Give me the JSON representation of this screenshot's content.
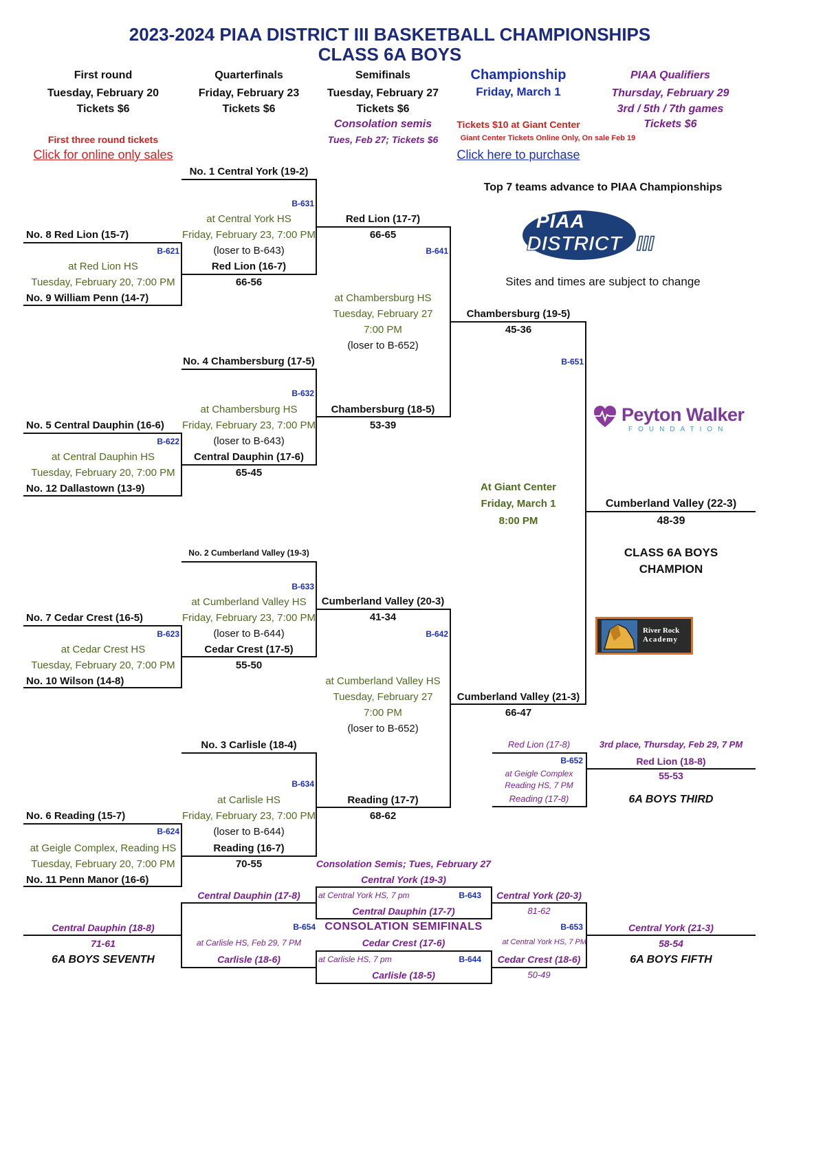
{
  "title": {
    "line1": "2023-2024 PIAA DISTRICT III BASKETBALL CHAMPIONSHIPS",
    "line2": "CLASS 6A BOYS"
  },
  "headers": {
    "r1": {
      "name": "First round",
      "date": "Tuesday, February 20",
      "tickets": "Tickets $6",
      "note": "First three round tickets",
      "link": "Click for online only sales"
    },
    "qf": {
      "name": "Quarterfinals",
      "date": "Friday, February 23",
      "tickets": "Tickets $6"
    },
    "sf": {
      "name": "Semifinals",
      "date": "Tuesday, February 27",
      "tickets": "Tickets $6",
      "cons": "Consolation semis",
      "cons_info": "Tues, Feb 27; Tickets $6"
    },
    "ch": {
      "name": "Championship",
      "date": "Friday, March 1",
      "tickets": "Tickets $10 at Giant Center",
      "online": "Giant Center Tickets Online Only, On sale Feb 19",
      "link": "Click here to purchase"
    },
    "pq": {
      "name": "PIAA Qualifiers",
      "date": "Thursday, February 29",
      "games": "3rd / 5th / 7th  games",
      "tickets": "Tickets $6"
    }
  },
  "side": {
    "advance": "Top 7 teams advance to PIAA Championships",
    "logo_line1": "PIAA",
    "logo_line2": "DISTRICT",
    "logo_numeral": "III",
    "notice": "Sites and times are subject to change",
    "sponsor1": "Peyton Walker",
    "sponsor1_sub": "FOUNDATION",
    "sponsor2_l1": "River Rock",
    "sponsor2_l2": "Academy"
  },
  "r1": [
    {
      "code": "B-621",
      "top": "No. 8 Red Lion (15-7)",
      "site": "at Red Lion HS",
      "time": "Tuesday, February 20, 7:00 PM",
      "bottom": "No. 9 William Penn (14-7)"
    },
    {
      "code": "B-622",
      "top": "No. 5 Central Dauphin (16-6)",
      "site": "at Central Dauphin HS",
      "time": "Tuesday, February 20, 7:00 PM",
      "bottom": "No. 12 Dallastown (13-9)"
    },
    {
      "code": "B-623",
      "top": "No. 7 Cedar Crest (16-5)",
      "site": "at Cedar Crest HS",
      "time": "Tuesday, February 20, 7:00 PM",
      "bottom": "No. 10 Wilson (14-8)"
    },
    {
      "code": "B-624",
      "top": "No. 6 Reading (15-7)",
      "site": "at Geigle Complex, Reading HS",
      "time": "Tuesday, February 20, 7:00 PM",
      "bottom": "No. 11 Penn Manor (16-6)"
    }
  ],
  "qf": [
    {
      "code": "B-631",
      "seed": "No. 1 Central York (19-2)",
      "site": "at Central York HS",
      "time": "Friday, February 23, 7:00 PM",
      "loser": "(loser to B-643)",
      "winner": "Red Lion (16-7)",
      "score": "66-56"
    },
    {
      "code": "B-632",
      "seed": "No. 4 Chambersburg (17-5)",
      "site": "at Chambersburg HS",
      "time": "Friday, February 23, 7:00 PM",
      "loser": "(loser to B-643)",
      "winner": "Central Dauphin (17-6)",
      "score": "65-45"
    },
    {
      "code": "B-633",
      "seed": "No. 2 Cumberland Valley (19-3)",
      "site": "at Cumberland Valley HS",
      "time": "Friday, February 23, 7:00 PM",
      "loser": "(loser to B-644)",
      "winner": "Cedar Crest (17-5)",
      "score": "55-50"
    },
    {
      "code": "B-634",
      "seed": "No. 3 Carlisle (18-4)",
      "site": "at Carlisle HS",
      "time": "Friday, February 23, 7:00 PM",
      "loser": "(loser to B-644)",
      "winner": "Reading (16-7)",
      "score": "70-55"
    }
  ],
  "sf": [
    {
      "code": "B-641",
      "top": "Red Lion (17-7)",
      "top_score": "66-65",
      "site": "at Chambersburg HS",
      "date": "Tuesday, February 27",
      "time": "7:00 PM",
      "loser": "(loser to B-652)",
      "bottom": "Chambersburg (18-5)",
      "bottom_score": "53-39"
    },
    {
      "code": "B-642",
      "top": "Cumberland Valley (20-3)",
      "top_score": "41-34",
      "site": "at Cumberland Valley HS",
      "date": "Tuesday, February 27",
      "time": "7:00 PM",
      "loser": "(loser to B-652)",
      "bottom": "Reading (17-7)",
      "bottom_score": "68-62"
    }
  ],
  "final": {
    "code": "B-651",
    "top": "Chambersburg (19-5)",
    "top_score": "45-36",
    "bottom": "Cumberland Valley (21-3)",
    "bottom_score": "66-47",
    "site": "At Giant Center",
    "date": "Friday, March 1",
    "time": "8:00 PM",
    "champ": "Cumberland Valley (22-3)",
    "champ_score": "48-39",
    "champ_title1": "CLASS 6A BOYS",
    "champ_title2": "CHAMPION"
  },
  "third": {
    "top": "Red Lion (17-8)",
    "code": "B-652",
    "site1": "at Geigle Complex",
    "site2": "Reading HS,  7 PM",
    "bottom": "Reading (17-8)",
    "title": "3rd place, Thursday, Feb 29, 7 PM",
    "winner": "Red Lion (18-8)",
    "score": "55-53",
    "place": "6A BOYS THIRD"
  },
  "cons": {
    "header": "Consolation Semis; Tues, February 27",
    "title": "CONSOLATION SEMIFINALS",
    "b643": {
      "code": "B-643",
      "top": "Central York (19-3)",
      "site": "at Central York HS, 7 pm",
      "bottom": "Central Dauphin (17-7)"
    },
    "b644": {
      "code": "B-644",
      "top": "Cedar Crest (17-6)",
      "site": "at Carlisle HS, 7 pm",
      "bottom": "Carlisle (18-5)"
    },
    "b653": {
      "code": "B-653",
      "top": "Central York (20-3)",
      "top_score": "81-62",
      "site": "at Central York HS, 7 PM",
      "bottom": "Cedar Crest (18-6)",
      "bottom_score": "50-49",
      "winner": "Central York (21-3)",
      "score": "58-54",
      "place": "6A BOYS FIFTH"
    },
    "b654": {
      "code": "B-654",
      "top": "Central Dauphin (17-8)",
      "site": "at Carlisle HS, Feb 29, 7 PM",
      "bottom": "Carlisle (18-6)",
      "winner": "Central Dauphin (18-8)",
      "score": "71-61",
      "place": "6A BOYS SEVENTH"
    }
  },
  "colors": {
    "navy": "#1b2a7a",
    "red": "#d21f1f",
    "purple": "#7a1f8f",
    "green": "#4f6b1e",
    "blue": "#1a2fb8"
  }
}
